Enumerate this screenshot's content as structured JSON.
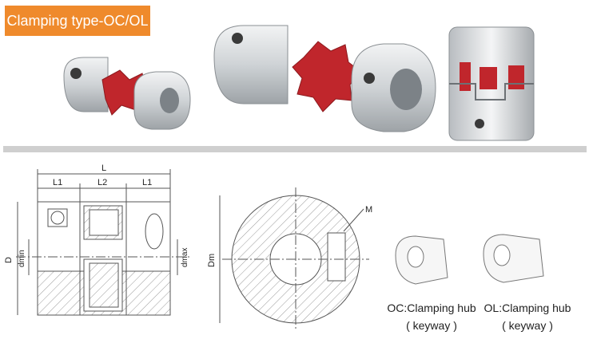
{
  "title": "Clamping type-OC/OL",
  "drawing_labels": {
    "L": "L",
    "L1_left": "L1",
    "L2": "L2",
    "L1_right": "L1",
    "D": "D",
    "dmin": "dmin",
    "dmax": "dmax",
    "Dm": "Dm",
    "M": "M"
  },
  "hubs": [
    {
      "caption": "OC:Clamping hub",
      "sub": "( keyway )"
    },
    {
      "caption": "OL:Clamping hub",
      "sub": "( keyway )"
    }
  ],
  "colors": {
    "badge": "#ef8a2c",
    "spider": "#c0262c",
    "metal": "#d4d7da"
  }
}
